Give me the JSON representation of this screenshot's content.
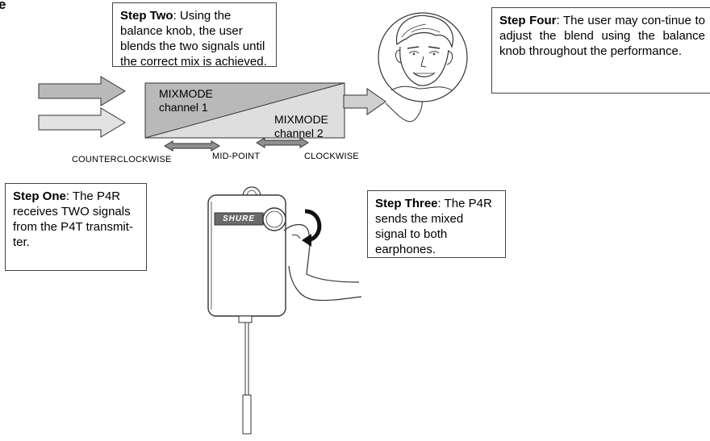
{
  "corner_fragment": "e",
  "steps": {
    "one": {
      "title": "Step One",
      "text": ": The P4R receives TWO signals from the P4T transmit-ter."
    },
    "two": {
      "title": "Step Two",
      "text": ": Using the balance knob, the user blends the two signals until the correct mix is achieved."
    },
    "three": {
      "title": "Step Three",
      "text": ": The P4R sends the mixed signal to both earphones."
    },
    "four": {
      "title": "Step Four",
      "text": ": The user may con-tinue to adjust the blend using the balance knob throughout the performance."
    }
  },
  "mixer": {
    "left_line1": "MIXMODE",
    "left_line2": "channel 1",
    "right_line1": "MIXMODE",
    "right_line2": "channel 2"
  },
  "positions": {
    "ccw": "COUNTERCLOCKWISE",
    "mid": "MID-POINT",
    "cw": "CLOCKWISE"
  },
  "device": {
    "brand": "SHURE"
  },
  "colors": {
    "ch1_fill": "#b9b9b9",
    "ch2_fill": "#dcdcdc",
    "arrow_dark": "#9a9a9a",
    "arrow_light": "#d6d6d6"
  }
}
